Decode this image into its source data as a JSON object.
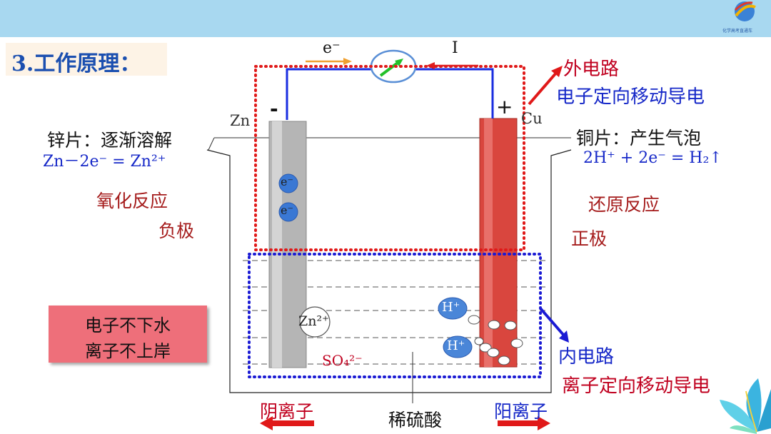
{
  "title": "3.工作原理：",
  "logo_text": "化学高考直通车",
  "circuit": {
    "electron_label": "e⁻",
    "current_label": "I",
    "neg_sign": "-",
    "pos_sign": "+",
    "zn_label": "Zn",
    "cu_label": "Cu"
  },
  "outer_circuit": {
    "title": "外电路",
    "desc": "电子定向移动导电"
  },
  "inner_circuit": {
    "title": "内电路",
    "desc": "离子定向移动导电"
  },
  "zinc": {
    "observation": "锌片：逐渐溶解",
    "equation": "Zn－2e⁻ = Zn²⁺",
    "reaction": "氧化反应",
    "electrode": "负极"
  },
  "copper": {
    "observation": "铜片：产生气泡",
    "equation": "2H⁺ + 2e⁻ = H₂↑",
    "reaction": "还原反应",
    "electrode": "正极"
  },
  "particles": {
    "electron": "e⁻",
    "zn_ion": "Zn²⁺",
    "h_ion": "H⁺",
    "sulfate": "SO₄²⁻"
  },
  "summary": {
    "line1": "电子不下水",
    "line2": "离子不上岸"
  },
  "bottom": {
    "anion": "阴离子",
    "electrolyte": "稀硫酸",
    "cation": "阳离子"
  },
  "colors": {
    "zinc_rod": "#b5b5b5",
    "copper_rod": "#d9463e",
    "outer_box": "#e01919",
    "inner_box": "#1a1ad4",
    "wire": "#1a2ee0"
  }
}
